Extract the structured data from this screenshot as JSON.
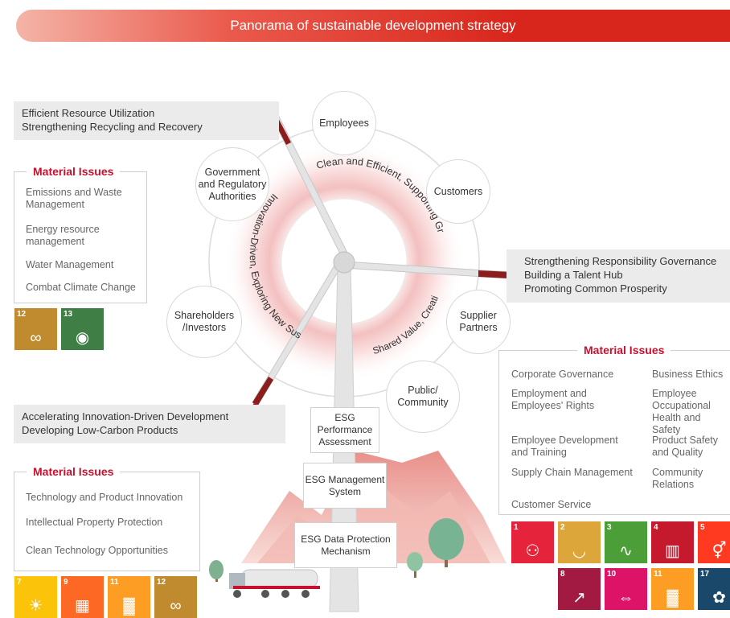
{
  "banner": {
    "title": "Panorama of sustainable development strategy"
  },
  "left_top_box": {
    "lines": [
      "Efficient Resource Utilization",
      "Strengthening Recycling and Recovery"
    ]
  },
  "left_mid_box": {
    "lines": [
      "Accelerating Innovation-Driven Development",
      "Developing Low-Carbon Products"
    ]
  },
  "right_box": {
    "lines": [
      "Strengthening Responsibility Governance",
      "Building a Talent Hub",
      "Promoting Common Prosperity"
    ]
  },
  "material_issues_1": {
    "title": "Material Issues",
    "items": [
      "Emissions and Waste Management",
      "Energy resource management",
      "Water Management",
      "Combat Climate Change"
    ]
  },
  "material_issues_2": {
    "title": "Material Issues",
    "items": [
      "Technology and Product Innovation",
      "Intellectual Property Protection",
      "Clean Technology Opportunities"
    ]
  },
  "material_issues_3": {
    "title": "Material Issues",
    "left": [
      "Corporate Governance",
      "Employment and Employees' Rights",
      "Employee Development and Training",
      "Supply Chain Management",
      "Customer Service"
    ],
    "right": [
      "Business Ethics",
      "Employee Occupational Health and Safety",
      "Product Safety and Quality",
      "Community Relations"
    ]
  },
  "stakeholders": {
    "employees": "Employees",
    "customers": "Customers",
    "government": "Government and Regulatory Authorities",
    "supplier": "Supplier Partners",
    "shareholders": "Shareholders /Investors",
    "public": "Public/ Community"
  },
  "arc_texts": {
    "top": "Clean and Efficient, Supporting Green and New Development",
    "left": "Innovation-Driven, Exploring New Sustainable Momentum",
    "bottom": "Shared Value, Creating a Win-Win New Ecosystem"
  },
  "esg": {
    "performance": "ESG Performance Assessment",
    "management": "ESG Management System",
    "protection": "ESG Data Protection Mechanism"
  },
  "sdg_left_top": [
    {
      "num": "12",
      "color": "#bf8b2e",
      "icon": "infinity-icon"
    },
    {
      "num": "13",
      "color": "#3f7e44",
      "icon": "eye-icon"
    }
  ],
  "sdg_left_bottom": [
    {
      "num": "7",
      "color": "#fcc30b",
      "icon": "sun-icon"
    },
    {
      "num": "9",
      "color": "#fd6925",
      "icon": "cubes-icon"
    },
    {
      "num": "11",
      "color": "#fd9d24",
      "icon": "city-icon"
    },
    {
      "num": "12",
      "color": "#bf8b2e",
      "icon": "infinity-icon"
    }
  ],
  "sdg_right": [
    {
      "num": "1",
      "color": "#e5243b",
      "icon": "people-icon"
    },
    {
      "num": "2",
      "color": "#dda63a",
      "icon": "bowl-icon"
    },
    {
      "num": "3",
      "color": "#4c9f38",
      "icon": "heartbeat-icon"
    },
    {
      "num": "4",
      "color": "#c5192d",
      "icon": "book-icon"
    },
    {
      "num": "5",
      "color": "#ff3a21",
      "icon": "gender-icon"
    },
    {
      "num": "8",
      "color": "#a21942",
      "icon": "growth-icon"
    },
    {
      "num": "10",
      "color": "#dd1367",
      "icon": "equality-icon"
    },
    {
      "num": "11",
      "color": "#fd9d24",
      "icon": "city-icon"
    },
    {
      "num": "17",
      "color": "#19486a",
      "icon": "flower-icon"
    }
  ],
  "colors": {
    "accent": "#d9261c",
    "gray_box": "#ebebeb"
  }
}
